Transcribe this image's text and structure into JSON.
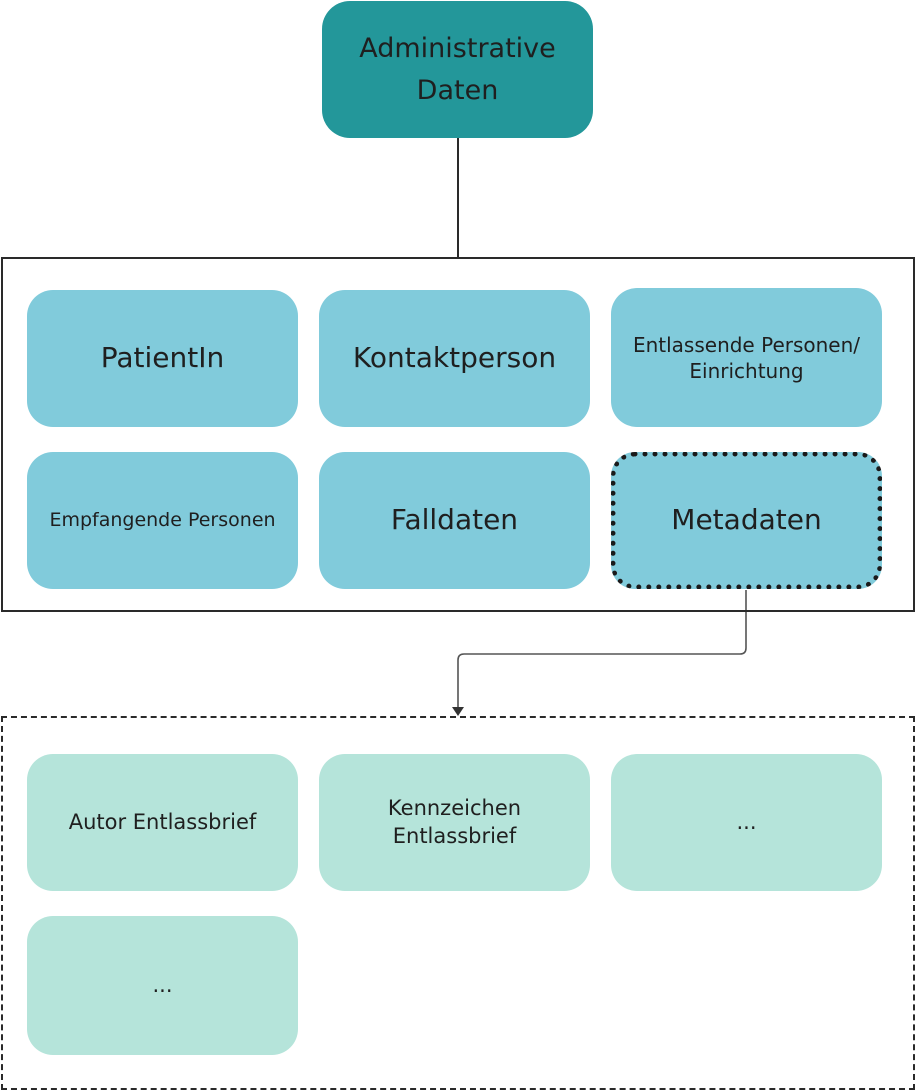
{
  "diagram": {
    "root": {
      "label": "Administrative Daten",
      "lines": [
        "Administrative",
        "Daten"
      ],
      "color": "#23979a"
    },
    "categories": {
      "color": "#81cbdb",
      "items": [
        {
          "label": "PatientIn"
        },
        {
          "label": "Kontaktperson"
        },
        {
          "label": "Entlassende Personen/ Einrichtung",
          "lines": [
            "Entlassende Personen/",
            "Einrichtung"
          ]
        },
        {
          "label": "Empfangende Personen"
        },
        {
          "label": "Falldaten"
        },
        {
          "label": "Metadaten",
          "highlighted": true
        }
      ]
    },
    "metadata_details": {
      "color": "#b5e4da",
      "items": [
        {
          "label": "Autor Entlassbrief"
        },
        {
          "label": "Kennzeichen Entlassbrief",
          "lines": [
            "Kennzeichen",
            "Entlassbrief"
          ]
        },
        {
          "label": "..."
        },
        {
          "label": "..."
        }
      ]
    },
    "edges": [
      {
        "from": "Administrative Daten",
        "to": "categories-group",
        "arrow": false
      },
      {
        "from": "Metadaten",
        "to": "metadata-details-group",
        "arrow": true
      }
    ]
  }
}
